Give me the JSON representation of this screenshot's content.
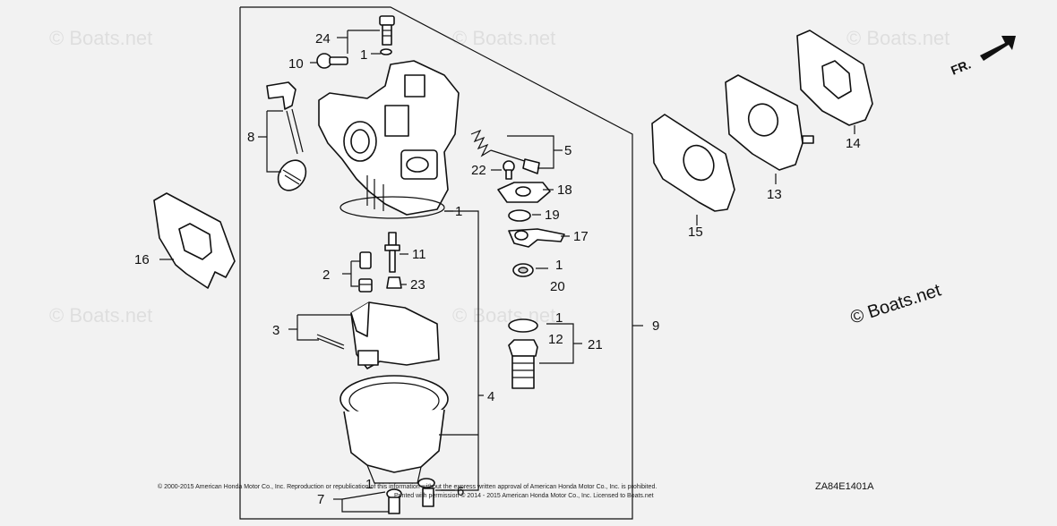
{
  "diagram": {
    "callouts": [
      "1",
      "2",
      "3",
      "4",
      "5",
      "6",
      "7",
      "8",
      "9",
      "10",
      "11",
      "12",
      "13",
      "14",
      "15",
      "16",
      "17",
      "18",
      "19",
      "20",
      "21",
      "22",
      "23",
      "24"
    ],
    "direction_label": "FR.",
    "watermark": "© Boats.net",
    "copyright_mark": "© Boats.net",
    "diagram_code": "ZA84E1401A",
    "fine_print": {
      "line1": "© 2000-2015 American Honda Motor Co., Inc. Reproduction or republication of this information without the express written approval of American Honda Motor Co., Inc. is prohibited.",
      "line2": "Printed with permission © 2014 - 2015 American Honda Motor Co., Inc. Licensed to Boats.net"
    },
    "colors": {
      "background": "#f2f2f2",
      "ink": "#111111",
      "part_fill": "#ffffff"
    }
  }
}
